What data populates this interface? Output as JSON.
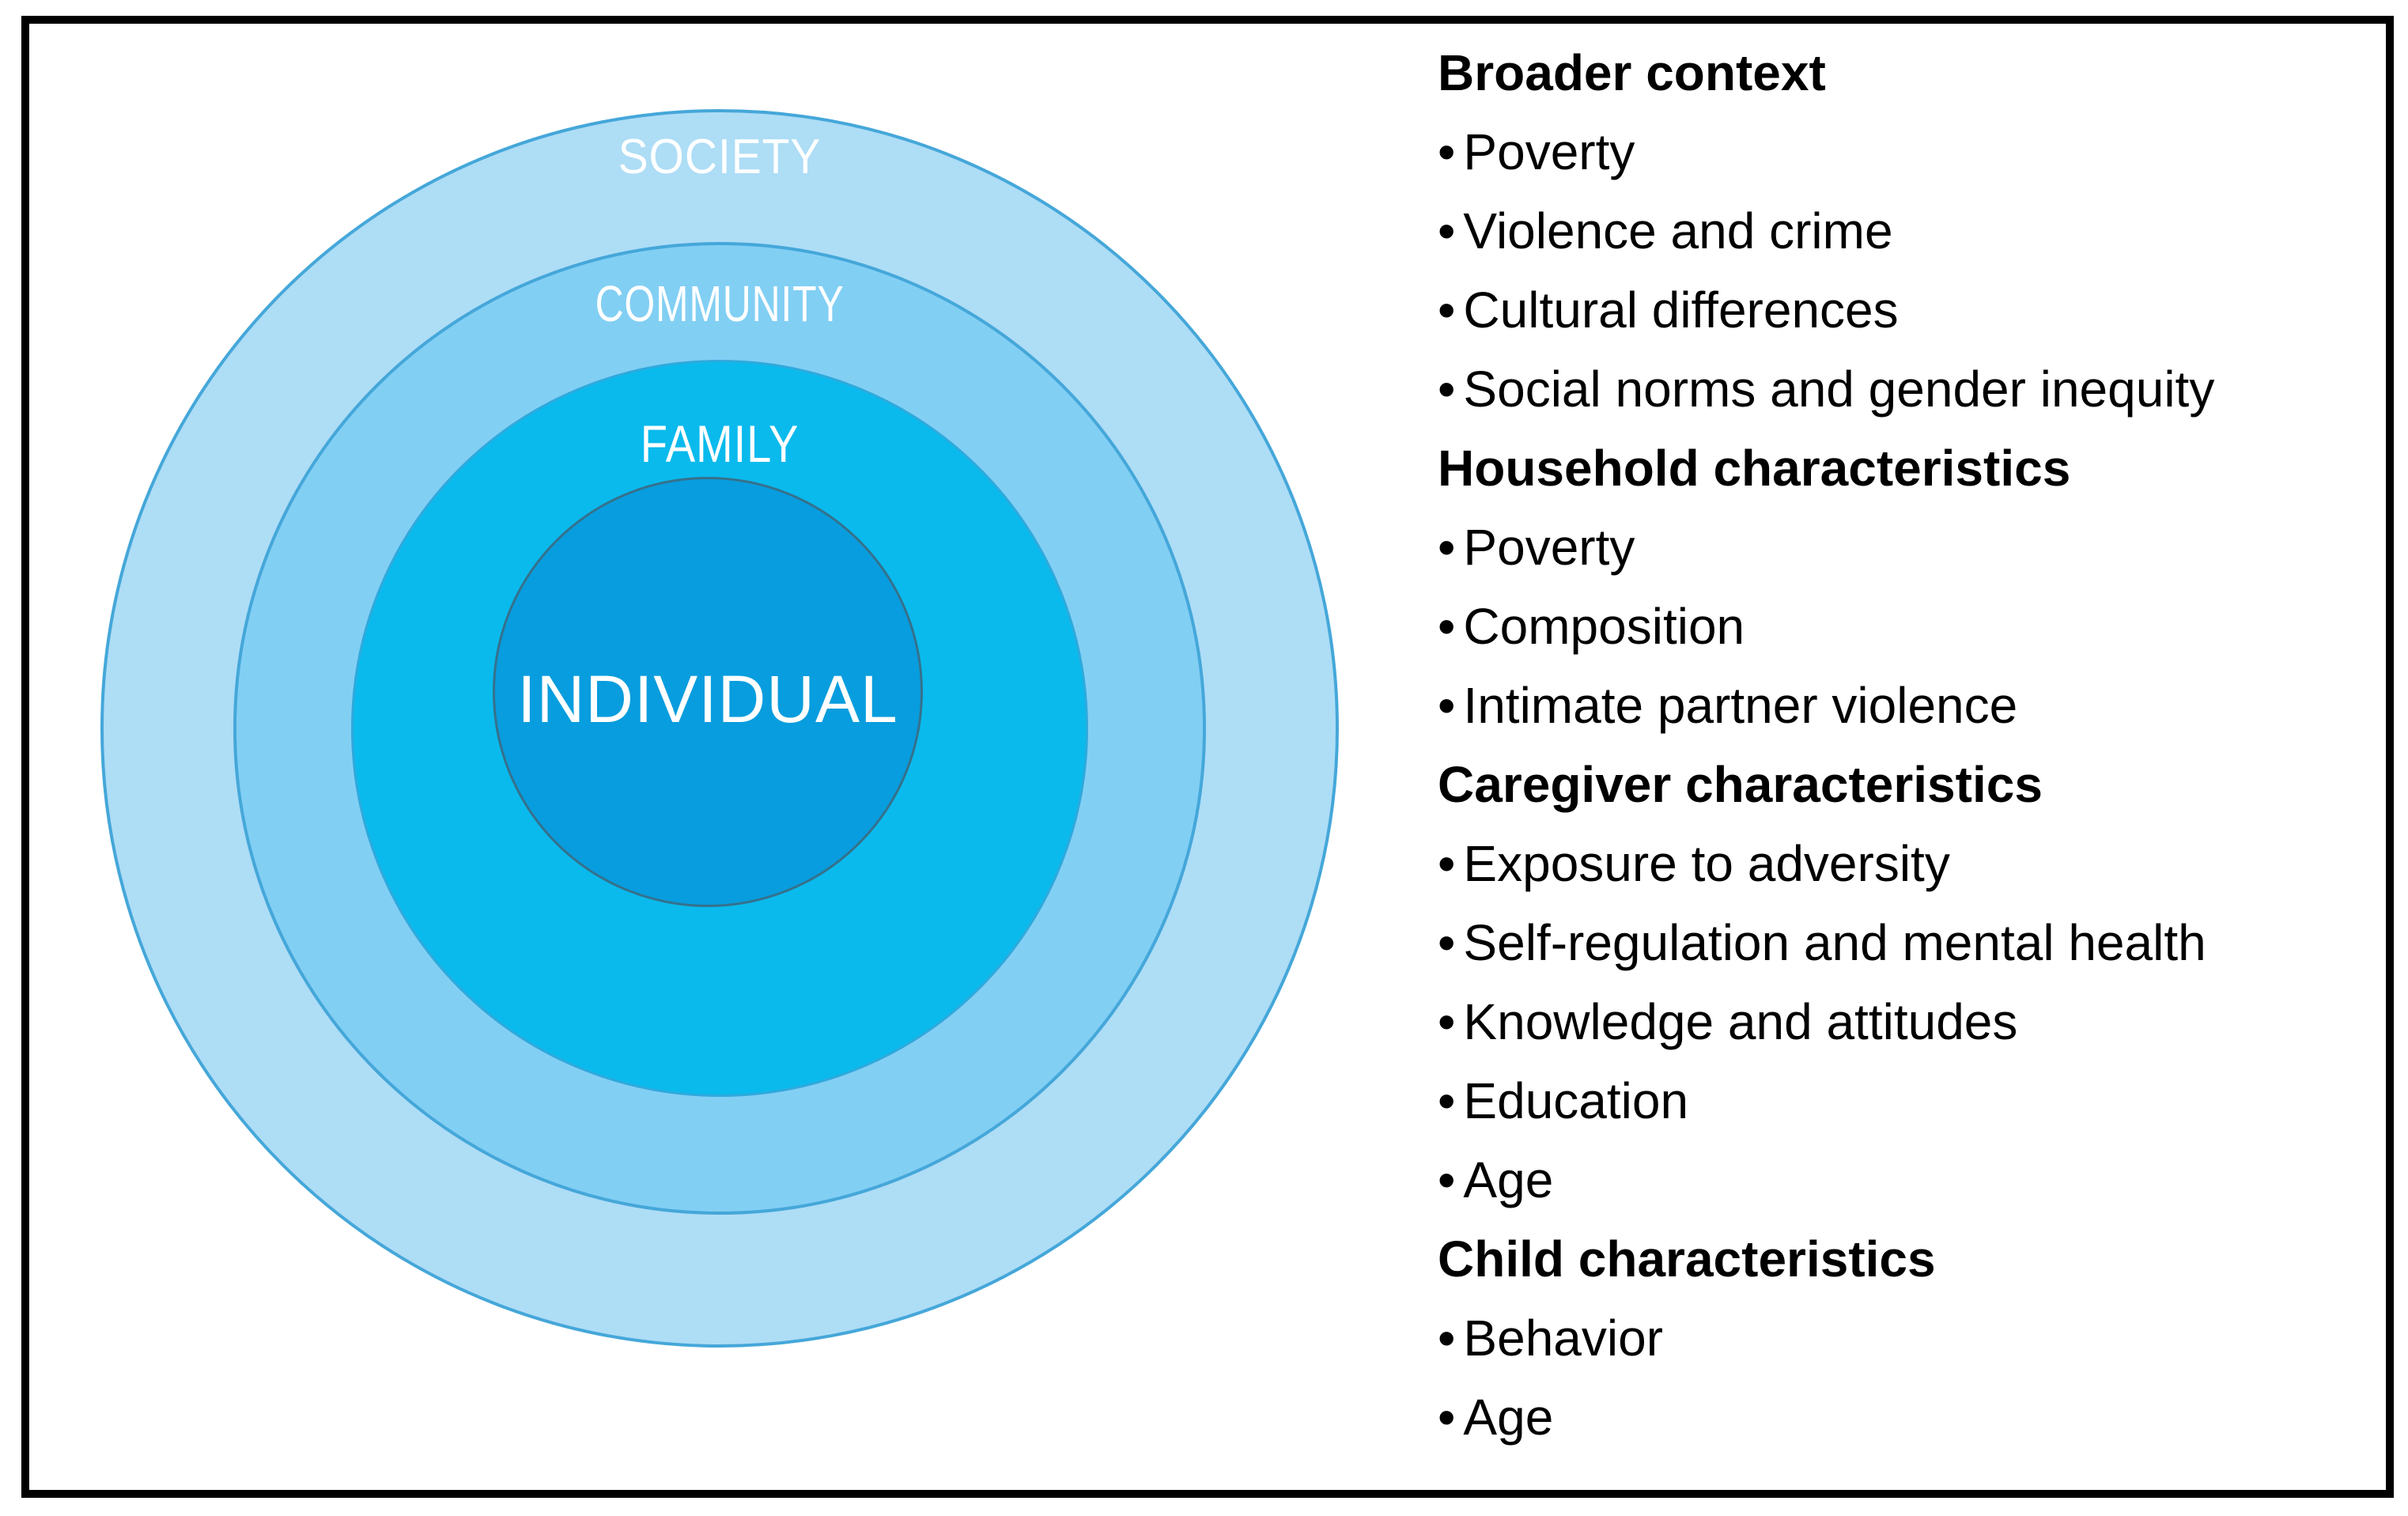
{
  "figure": {
    "rings": [
      {
        "id": "society",
        "label": "SOCIETY",
        "fill": "#AEDDF6",
        "stroke": "#45A7D9",
        "text_color": "#FFFFFF"
      },
      {
        "id": "community",
        "label": "COMMUNITY",
        "fill": "#82CFF4",
        "stroke": "#45A7D9",
        "text_color": "#FFFFFF"
      },
      {
        "id": "family",
        "label": "FAMILY",
        "fill": "#0ABAED",
        "stroke": "#2FA9DC",
        "text_color": "#FFFFFF"
      },
      {
        "id": "individual",
        "label": "INDIVIDUAL",
        "fill": "#089DDE",
        "stroke": "#35718C",
        "text_color": "#FFFFFF"
      }
    ]
  },
  "legend": {
    "bullet": "•",
    "sections": [
      {
        "heading": "Broader context",
        "items": [
          "Poverty",
          "Violence and crime",
          "Cultural differences",
          "Social norms and gender inequity"
        ]
      },
      {
        "heading": "Household characteristics",
        "items": [
          "Poverty",
          "Composition",
          "Intimate partner violence"
        ]
      },
      {
        "heading": "Caregiver characteristics",
        "items": [
          "Exposure to adversity",
          "Self-regulation and mental health",
          "Knowledge and attitudes",
          "Education",
          "Age"
        ]
      },
      {
        "heading": "Child characteristics",
        "items": [
          "Behavior",
          "Age"
        ]
      }
    ]
  }
}
